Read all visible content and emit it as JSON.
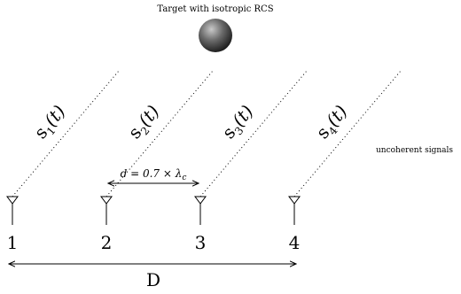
{
  "target": {
    "label": "Target with isotropic RCS",
    "name": "target-sphere"
  },
  "signals": [
    {
      "base": "s",
      "sub": "1",
      "arg": "(t)"
    },
    {
      "base": "s",
      "sub": "2",
      "arg": "(t)"
    },
    {
      "base": "s",
      "sub": "3",
      "arg": "(t)"
    },
    {
      "base": "s",
      "sub": "4",
      "arg": "(t)"
    }
  ],
  "signals_note": "uncoherent signals",
  "antennas": [
    {
      "label": "1"
    },
    {
      "label": "2"
    },
    {
      "label": "3"
    },
    {
      "label": "4"
    }
  ],
  "spacing": {
    "text": "d = 0.7 × λ",
    "sub": "c"
  },
  "aperture": {
    "label": "D"
  },
  "colors": {
    "line": "#000000",
    "sphere_light": "#b8b8b8",
    "sphere_dark": "#1a1a1a"
  }
}
